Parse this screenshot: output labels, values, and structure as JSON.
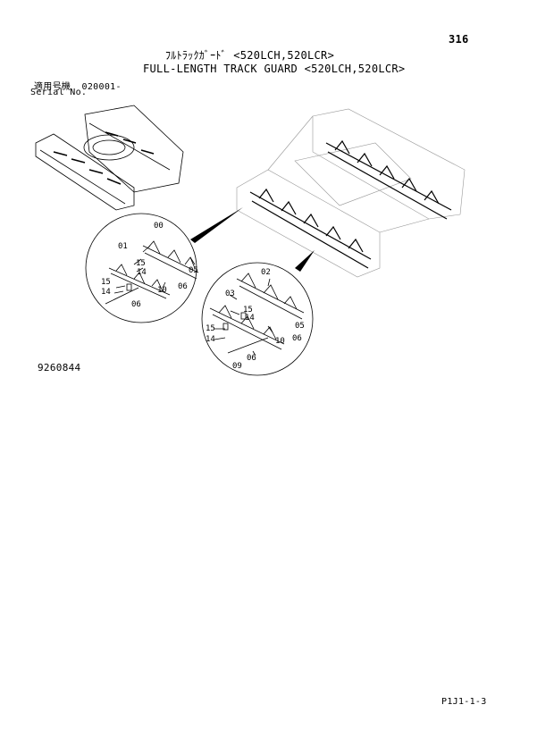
{
  "header": {
    "page_number": "316",
    "title_jp": "ﾌﾙﾄﾗｯｸｶﾞｰﾄﾞ <520LCH,520LCR>",
    "title_en": "FULL-LENGTH TRACK GUARD <520LCH,520LCR>"
  },
  "serial": {
    "label_jp": "適用号機",
    "value": "020001-",
    "label_en": "Serial No."
  },
  "figure": {
    "figure_number": "9260844",
    "callouts_left": [
      "00",
      "01",
      "15",
      "14",
      "05",
      "15",
      "14",
      "10",
      "06",
      "06"
    ],
    "callouts_right": [
      "02",
      "03",
      "15",
      "14",
      "05",
      "15",
      "14",
      "10",
      "06",
      "06",
      "09"
    ]
  },
  "footer": {
    "reference": "P1J1-1-3"
  }
}
